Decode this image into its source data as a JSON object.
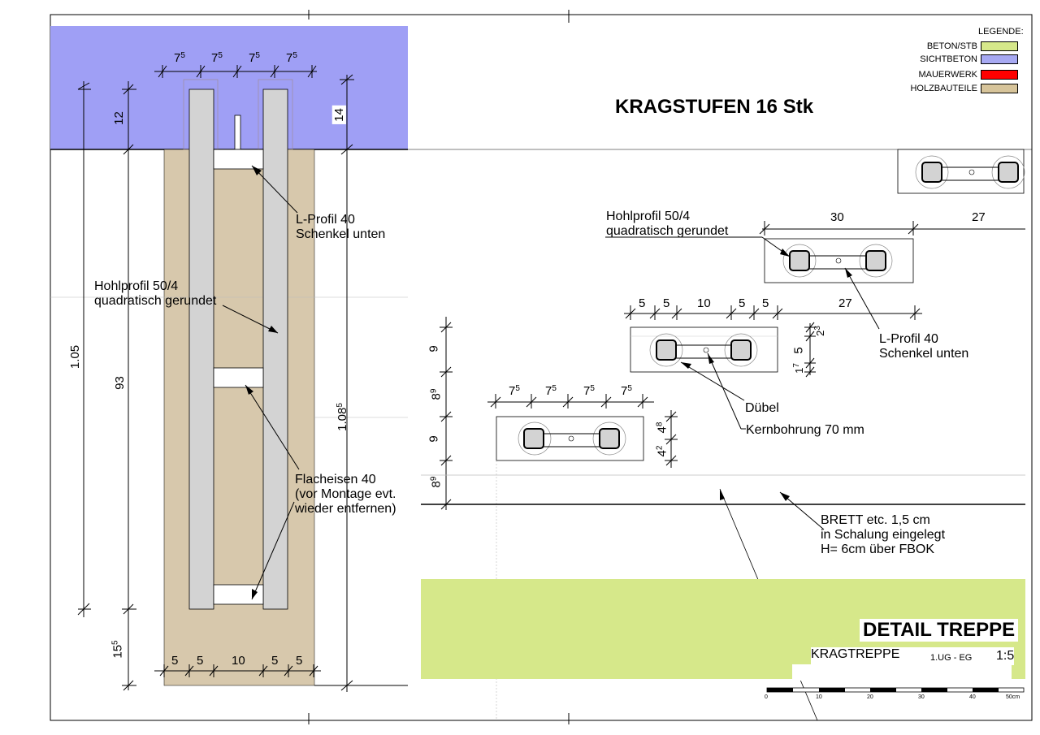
{
  "title": "KRAGSTUFEN 16 Stk",
  "legend": {
    "heading": "LEGENDE:",
    "items": [
      {
        "label": "BETON/STB",
        "color": "#d6e88a"
      },
      {
        "label": "SICHTBETON",
        "color": "#a7a9f2"
      },
      {
        "label": "MAUERWERK",
        "color": "#ff0000"
      },
      {
        "label": "HOLZBAUTEILE",
        "color": "#d7c49a"
      }
    ]
  },
  "colors": {
    "sichtbeton": "#9f9ff5",
    "holz": "#d7c8ac",
    "beton": "#d6e88a",
    "steel": "#d3d3d3"
  },
  "labels": {
    "l_profil_left_1": "L-Profil 40",
    "l_profil_left_2": "Schenkel unten",
    "hohl_left_1": "Hohlprofil 50/4",
    "hohl_left_2": "quadratisch gerundet",
    "flach_1": "Flacheisen 40",
    "flach_2": "(vor Montage evt.",
    "flach_3": "wieder entfernen)",
    "hohl_right_1": "Hohlprofil 50/4",
    "hohl_right_2": "quadratisch gerundet",
    "l_profil_right_1": "L-Profil 40",
    "l_profil_right_2": "Schenkel unten",
    "duebel": "Dübel",
    "kernbohrung": "Kernbohrung 70 mm",
    "brett_1": "BRETT etc. 1,5 cm",
    "brett_2": "in Schalung eingelegt",
    "brett_3": "H= 6cm über FBOK"
  },
  "dimensions": {
    "top_a": "7",
    "top_a_sup": "5",
    "d12": "12",
    "d14": "14",
    "d105": "1.05",
    "d93": "93",
    "d108": "1.08",
    "d108_sup": "5",
    "d15": "15",
    "d15_sup": "5",
    "b5": "5",
    "b10": "10",
    "r30": "30",
    "r27": "27",
    "r27b": "27",
    "m5": "5",
    "m10": "10",
    "v9a": "9",
    "v8a": "8",
    "v8a_sup": "9",
    "v9b": "9",
    "v8b": "8",
    "v8b_sup": "9",
    "s2": "2",
    "s2_sup": "3",
    "s5": "5",
    "s1": "1",
    "s1_sup": "7",
    "t4": "4",
    "t4_sup": "8",
    "t4b": "4",
    "t4b_sup": "2"
  },
  "stamp": {
    "title": "DETAIL TREPPE",
    "sub": "KRAGTREPPE",
    "floors": "1.UG - EG",
    "scale": "1:5",
    "scalebar_ticks": [
      "0",
      "10",
      "20",
      "30",
      "40",
      "50cm"
    ]
  }
}
